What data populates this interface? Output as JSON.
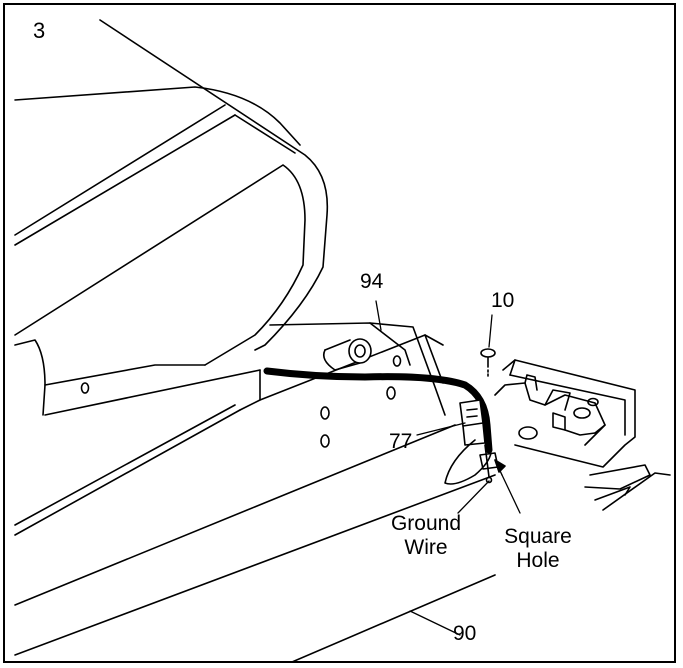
{
  "step_number": "3",
  "callouts": {
    "part_94": "94",
    "part_10": "10",
    "part_77": "77",
    "part_90": "90",
    "ground_wire_line1": "Ground",
    "ground_wire_line2": "Wire",
    "square_hole_line1": "Square",
    "square_hole_line2": "Hole"
  },
  "colors": {
    "ink": "#000000",
    "paper": "#ffffff"
  }
}
